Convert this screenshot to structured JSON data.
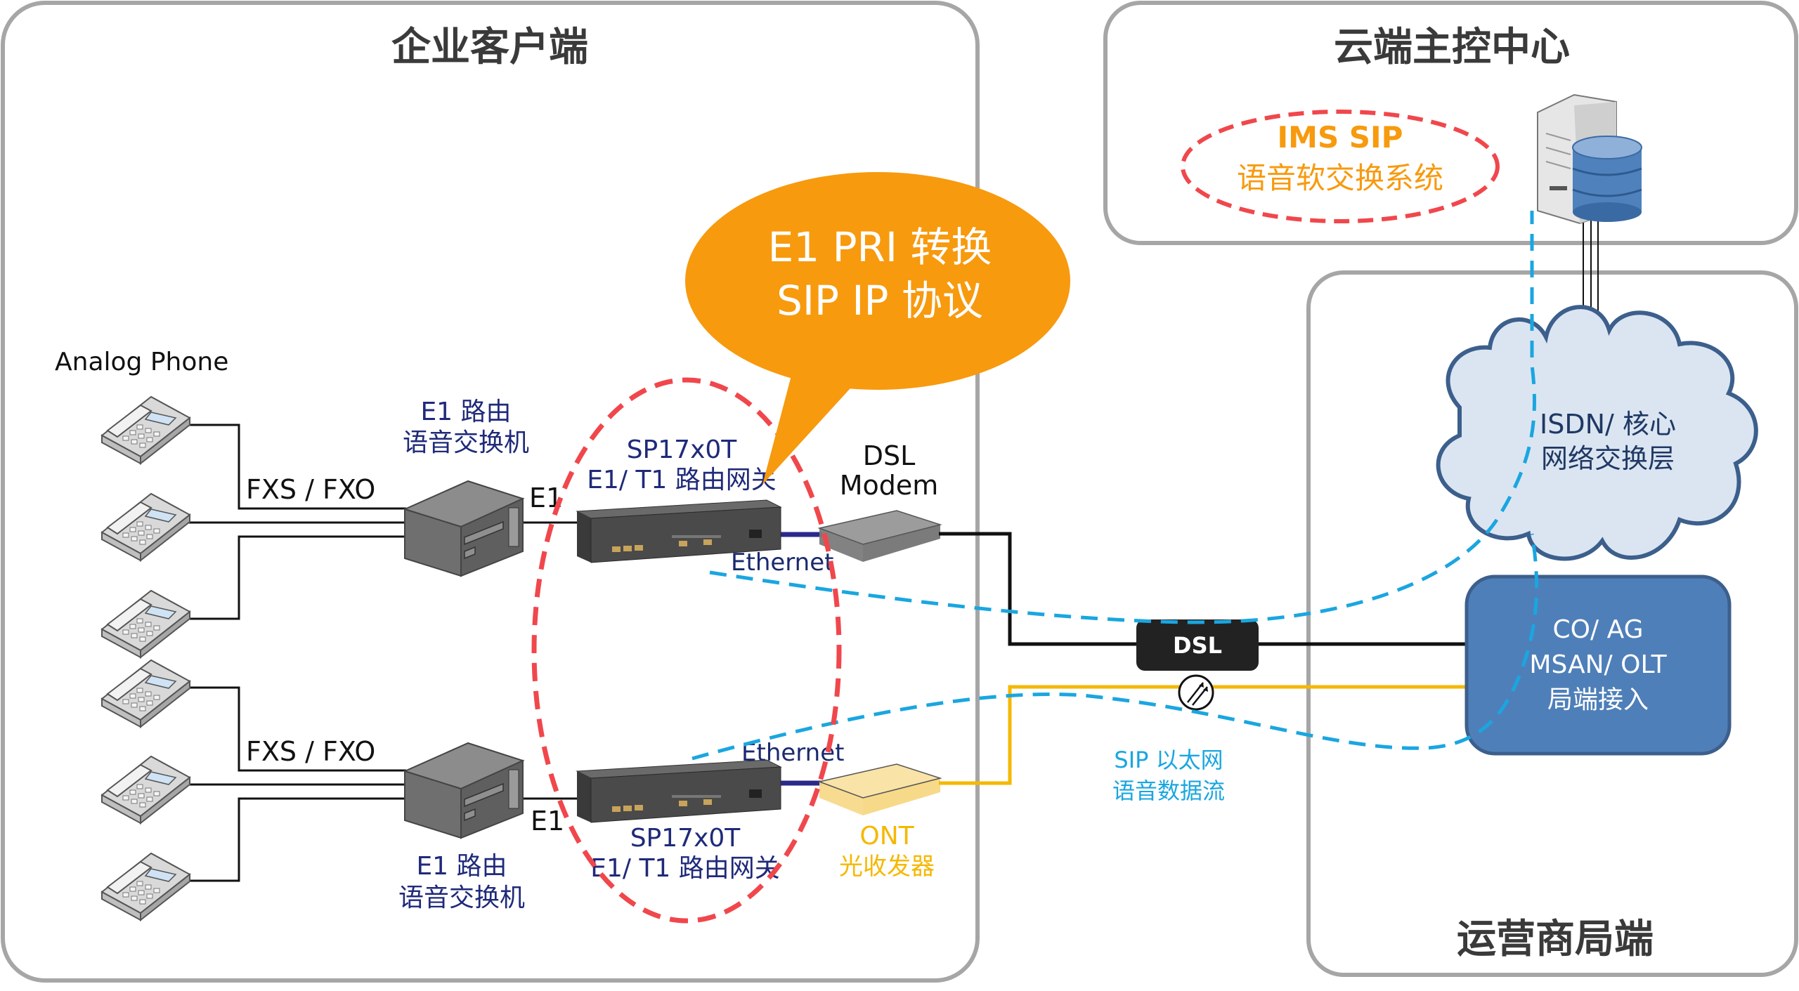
{
  "panels": {
    "enterprise": {
      "title": "企业客户端"
    },
    "cloud": {
      "title": "云端主控中心"
    },
    "carrier": {
      "title": "运营商局端"
    }
  },
  "labels": {
    "analog_phone": "Analog Phone",
    "fxs_fxo_top": "FXS / FXO",
    "fxs_fxo_bottom": "FXS / FXO",
    "switch_top_line1": "E1 路由",
    "switch_top_line2": "语音交换机",
    "switch_bottom_line1": "E1 路由",
    "switch_bottom_line2": "语音交换机",
    "e1_top": "E1",
    "e1_bottom": "E1",
    "gateway_top_line1": "SP17x0T",
    "gateway_top_line2": "E1/ T1 路由网关",
    "gateway_bottom_line1": "SP17x0T",
    "gateway_bottom_line2": "E1/ T1 路由网关",
    "ethernet_top": "Ethernet",
    "ethernet_bottom": "Ethernet",
    "dsl_modem_line1": "DSL",
    "dsl_modem_line2": "Modem",
    "ont_line1": "ONT",
    "ont_line2": "光收发器",
    "dsl_box": "DSL",
    "sip_flow_line1": "SIP 以太网",
    "sip_flow_line2": "语音数据流",
    "co_line1": "CO/ AG",
    "co_line2": "MSAN/ OLT",
    "co_line3": "局端接入",
    "cloud_line1": "ISDN/ 核心",
    "cloud_line2": "网络交换层",
    "ims_line1": "IMS SIP",
    "ims_line2": "语音软交换系统"
  },
  "callout": {
    "line1": "E1 PRI 转换",
    "line2": "SIP IP 协议"
  },
  "colors": {
    "panel_border": "#a6a6a6",
    "callout": "#f79a0e",
    "highlight_dash": "#f0474c",
    "sip_flow": "#1aa6e0",
    "fiber": "#f5b800",
    "navy_text": "#1f2a7a",
    "co_fill": "#4f7fb8",
    "cloud_fill": "#dbe5f1",
    "cloud_stroke": "#3c5f8c"
  }
}
